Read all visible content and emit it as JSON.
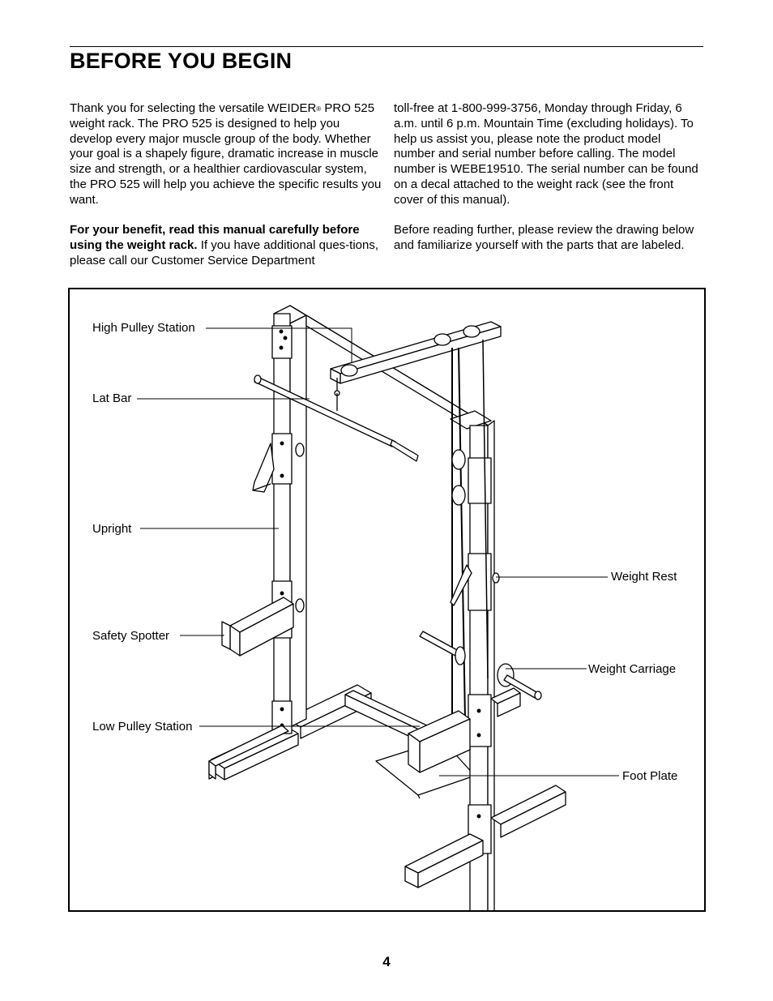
{
  "page": {
    "heading": "BEFORE YOU BEGIN",
    "page_number": "4"
  },
  "intro": {
    "p1_pre": "Thank you for selecting the versatile WEIDER",
    "p1_reg": "®",
    "p1_post": " PRO 525 weight rack. The PRO 525 is designed to help you develop every major muscle group of the body. Whether your goal is a shapely figure, dramatic increase in muscle size and strength, or a healthier cardiovascular system, the PRO 525 will help you achieve the specific results you want.",
    "p2_bold": "For your benefit, read this manual carefully before using the weight rack.",
    "p2_rest": " If you have additional ques-tions, please call our Customer Service Department toll-free at 1-800-999-3756, Monday through Friday, 6 a.m. until 6 p.m. Mountain Time (excluding holidays). To help us assist you, please note the product model number and serial number before calling. The model number is WEBE19510. The serial number can be found on a decal attached to the weight rack (see the front cover of this manual).",
    "p3": "Before reading further, please review the drawing below and familiarize yourself with the parts that are labeled."
  },
  "figure": {
    "labels": {
      "high_pulley_station": "High Pulley Station",
      "lat_bar": "Lat Bar",
      "upright": "Upright",
      "safety_spotter": "Safety  Spotter",
      "low_pulley_station": "Low Pulley Station",
      "weight_rest": "Weight Rest",
      "weight_carriage": "Weight Carriage",
      "foot_plate": "Foot Plate"
    }
  }
}
